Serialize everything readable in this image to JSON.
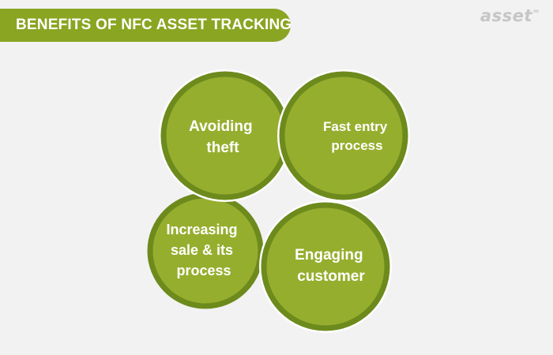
{
  "banner": {
    "title": "BENEFITS OF NFC ASSET TRACKING"
  },
  "logo": {
    "text": "asset",
    "mark": "∞"
  },
  "colors": {
    "banner": "#8aa522",
    "petal_fill": "#96ae2e",
    "petal_stroke": "#6d8a1c",
    "separator": "#ffffff",
    "background": "#f2f2f2",
    "logo": "#c6c6c6"
  },
  "petals": [
    {
      "name": "avoiding-theft",
      "lines": [
        "Avoiding",
        "theft"
      ]
    },
    {
      "name": "fast-entry-process",
      "lines": [
        "Fast entry",
        "process"
      ]
    },
    {
      "name": "increasing-sale",
      "lines": [
        "Increasing",
        "sale & its",
        "process"
      ]
    },
    {
      "name": "engaging-customer",
      "lines": [
        "Engaging",
        "customer"
      ]
    }
  ]
}
